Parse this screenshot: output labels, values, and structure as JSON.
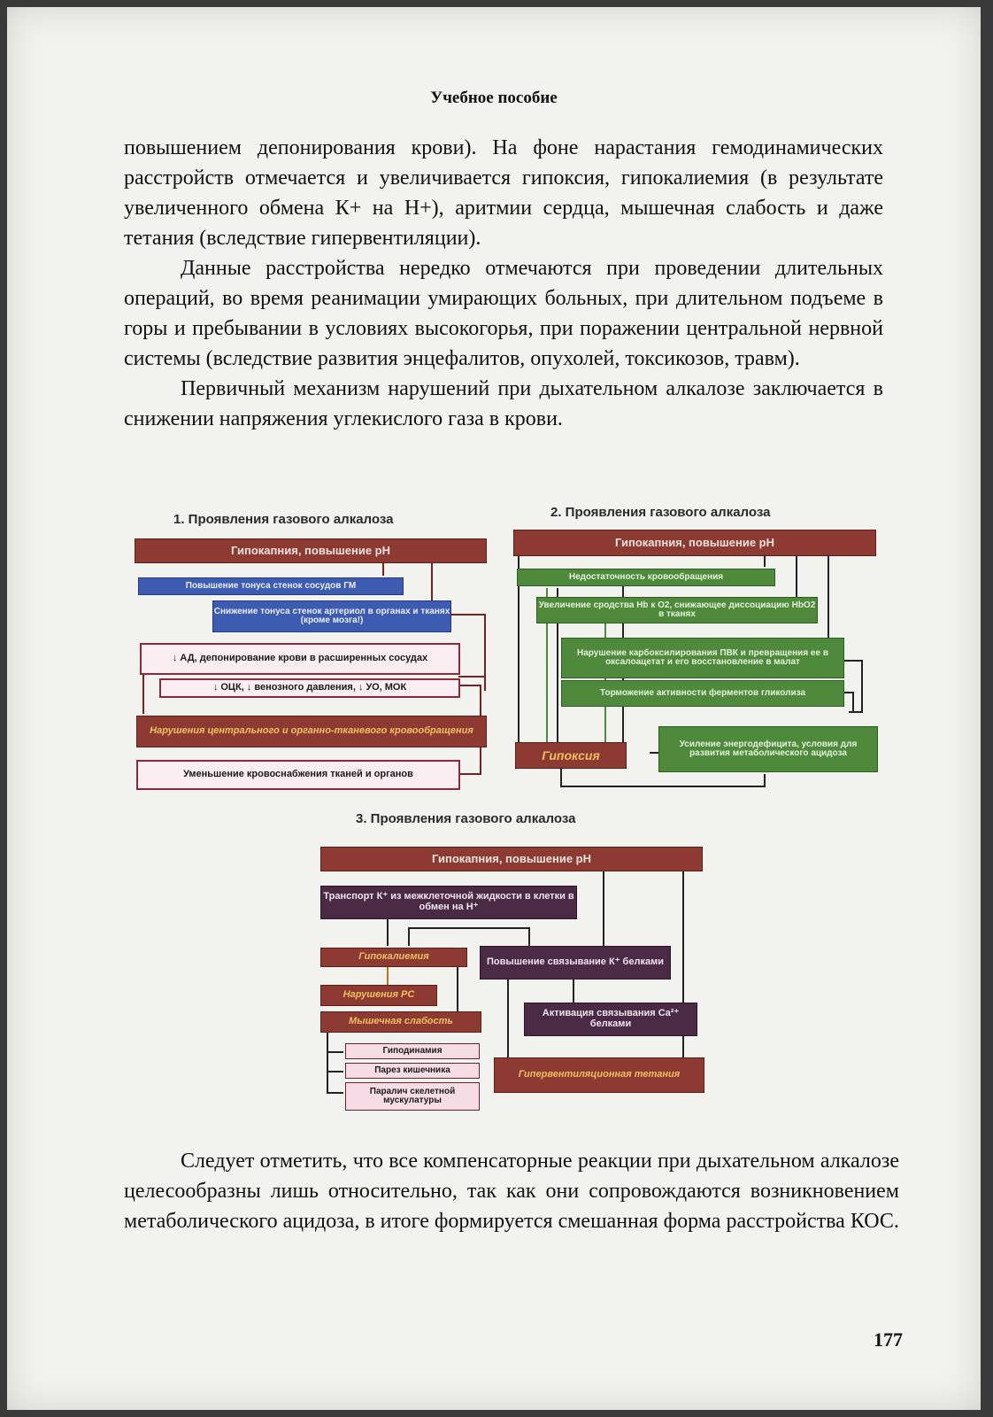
{
  "header": {
    "title": "Учебное пособие"
  },
  "paragraphs": {
    "p1": "повышением депонирования крови). На фоне нарастания гемодинамических расстройств отмечается и увеличивается гипоксия, гипокалиемия (в результате увеличенного обмена К+ на Н+), аритмии сердца, мышечная слабость и даже тетания (вследствие гипервентиляции).",
    "p2": "Данные расстройства нередко отмечаются при проведении длительных операций, во время реанимации умирающих больных, при длительном подъеме в горы и пребывании в условиях высокогорья, при поражении центральной нервной системы (вследствие развития энцефалитов, опухолей, токсикозов, травм).",
    "p3": "Первичный механизм нарушений при дыхательном алкалозе заключается в снижении напряжения углекислого газа в крови.",
    "p4": "Следует отметить, что все компенсаторные реакции при дыхательном алкалозе целесообразны лишь относительно, так как они сопровождаются возникновением метаболического ацидоза, в итоге формируется смешанная форма расстройства КОС."
  },
  "diagram1": {
    "title": "1. Проявления газового алкалоза",
    "b_top": "Гипокапния, повышение рН",
    "b_tonus_gm": "Повышение тонуса стенок сосудов ГМ",
    "b_tonus_art": "Снижение тонуса стенок артериол в органах и тканях (кроме мозга!)",
    "b_ad": "↓ АД, депонирование крови в расширенных сосудах",
    "b_ock": "↓ ОЦК, ↓ венозного давления, ↓ УО, МОК",
    "b_narush": "Нарушения центрального и органно-тканевого кровообращения",
    "b_umensh": "Уменьшение кровоснабжения тканей и органов"
  },
  "diagram2": {
    "title": "2. Проявления газового алкалоза",
    "b_top": "Гипокапния, повышение рН",
    "b_nedost": "Недостаточность кровообращения",
    "b_sродство": "Увеличение сродства Hb к O2, снижающее диссоциацию HbO2 в тканях",
    "b_karbox": "Нарушение карбоксилирования ПВК и превращения ее в оксалоацетат и его восстановление в малат",
    "b_tormozh": "Торможение активности ферментов гликолиза",
    "b_gipoksia": "Гипоксия",
    "b_usilenie": "Усиление энергодефицита, условия для развития метаболического ацидоза"
  },
  "diagram3": {
    "title": "3. Проявления газового алкалоза",
    "b_top": "Гипокапния, повышение рН",
    "b_transport": "Транспорт К⁺ из межклеточной жидкости в клетки в обмен на Н⁺",
    "b_gipokal": "Гипокалиемия",
    "b_povysh": "Повышение связывание К⁺ белками",
    "b_narushRS": "Нарушения РС",
    "b_myshech": "Мышечная слабость",
    "b_aktiv": "Активация связывания Ca²⁺ белками",
    "b_gipodin": "Гиподинамия",
    "b_parez": "Парез кишечника",
    "b_paralich": "Паралич скелетной мускулатуры",
    "b_giperv": "Гипервентиляционная тетания"
  },
  "footer": {
    "page_number": "177"
  }
}
